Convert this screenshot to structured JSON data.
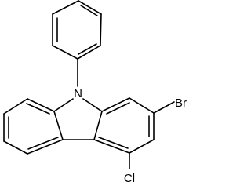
{
  "structure": {
    "atoms": {
      "nitrogen": "N",
      "bromine": "Br",
      "chlorine": "Cl"
    }
  },
  "colors": {
    "ink": "#000000",
    "background": "#ffffff"
  }
}
